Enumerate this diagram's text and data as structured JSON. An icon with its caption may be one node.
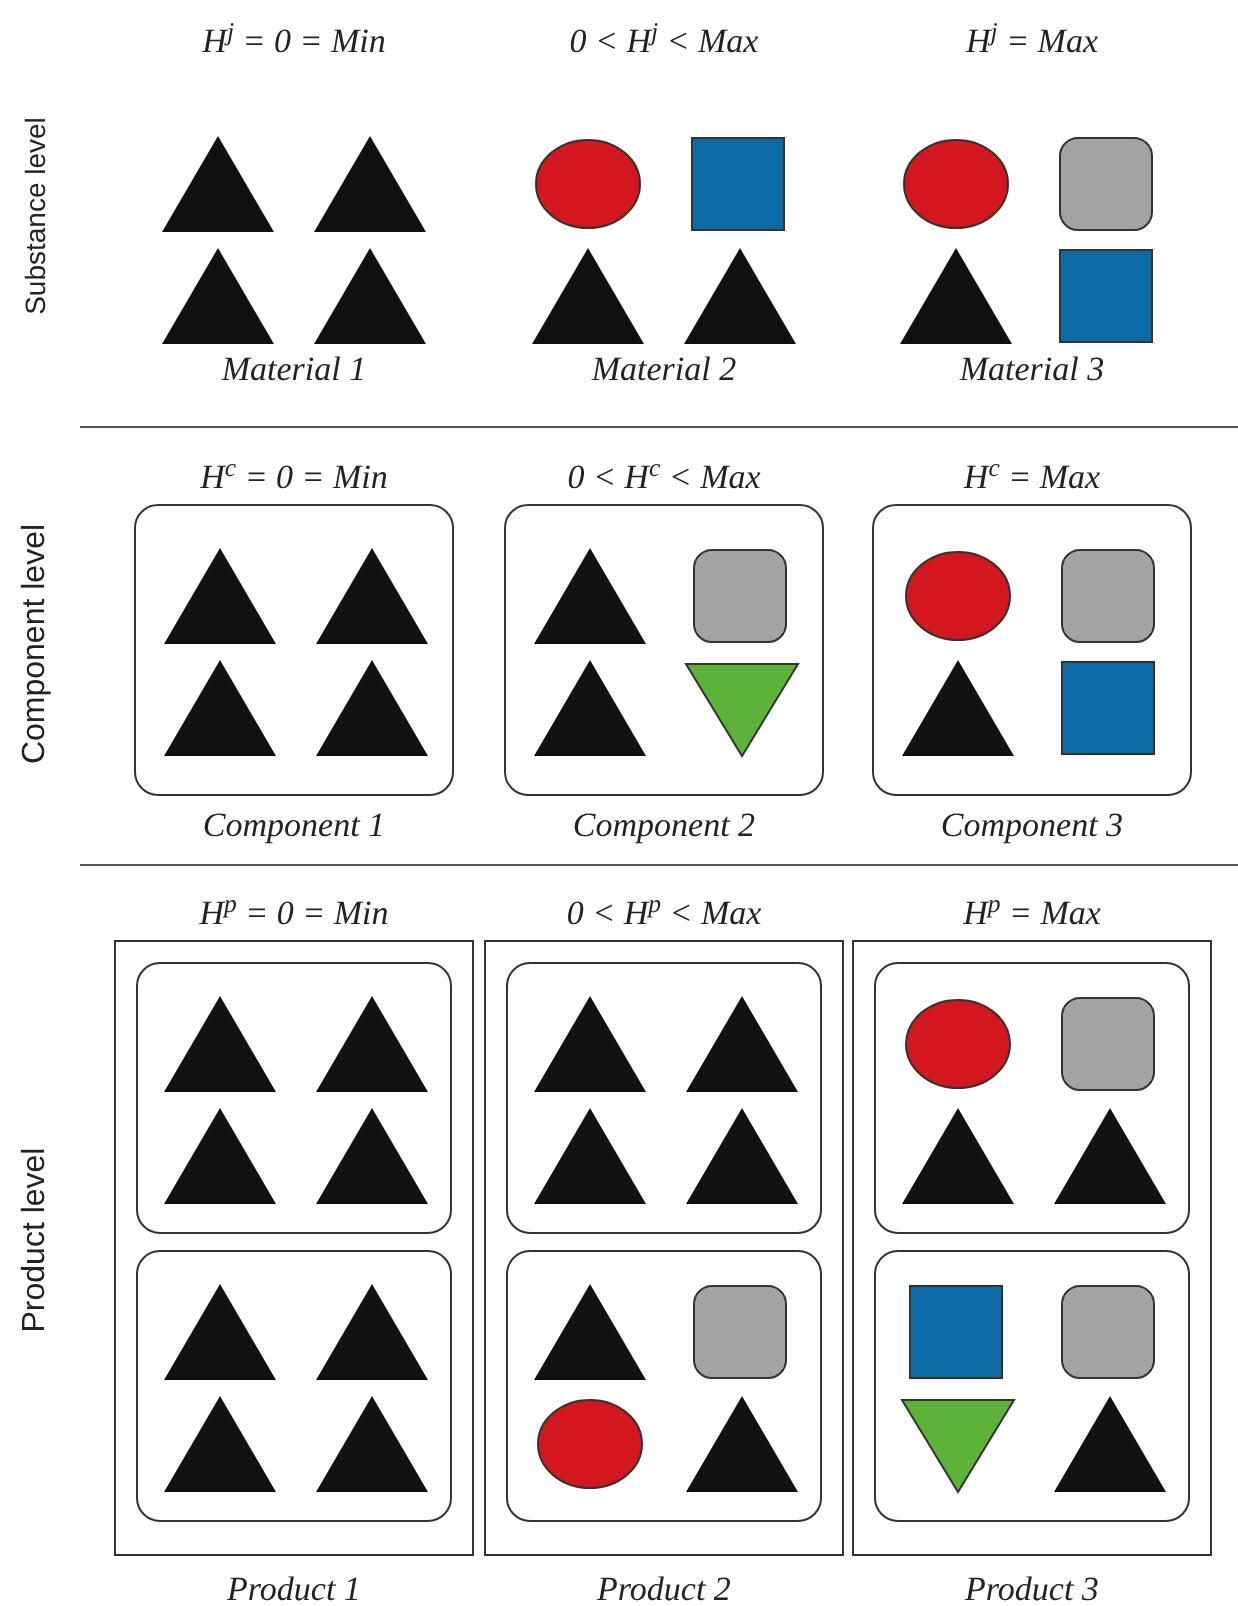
{
  "diagram": {
    "nodes": [
      {
        "text": [
          "Component 1"
        ],
        "beside": [
          "H$^{c}$ = 0 = Min"
        ]
      },
      {
        "text": [
          "Component 2"
        ],
        "beside": [
          "0 < H$^{c}$ < Max"
        ]
      },
      {
        "text": [
          "Component 3"
        ],
        "beside": [
          "H$^{c}$ = Max"
        ]
      },
      {
        "text": [
          "Product 1"
        ],
        "beside": [
          "H$^{p}$ = 0 = Min"
        ]
      },
      {
        "text": [],
        "shape": "box",
        "in": 3
      },
      {
        "text": [],
        "shape": "box",
        "in": 3
      },
      {
        "text": [
          "Product 2"
        ],
        "beside": [
          "0 < H$^{p}$ < Max"
        ]
      },
      {
        "text": [],
        "shape": "box",
        "in": 6
      },
      {
        "text": [],
        "shape": "box",
        "in": 6
      },
      {
        "text": [
          "Product 3"
        ],
        "beside": [
          "H$^{p}$ = Max"
        ]
      },
      {
        "text": [],
        "shape": "box",
        "in": 9
      },
      {
        "text": [],
        "shape": "box",
        "in": 9
      }
    ],
    "labels": [
      "Substance level",
      "H$^{j}$ = 0 = Min",
      "0 < H$^{j}$ < Max",
      "H$^{j}$ = Max",
      "Material 1",
      "Material 2",
      "Material 3",
      "Component level",
      "Product level"
    ]
  }
}
